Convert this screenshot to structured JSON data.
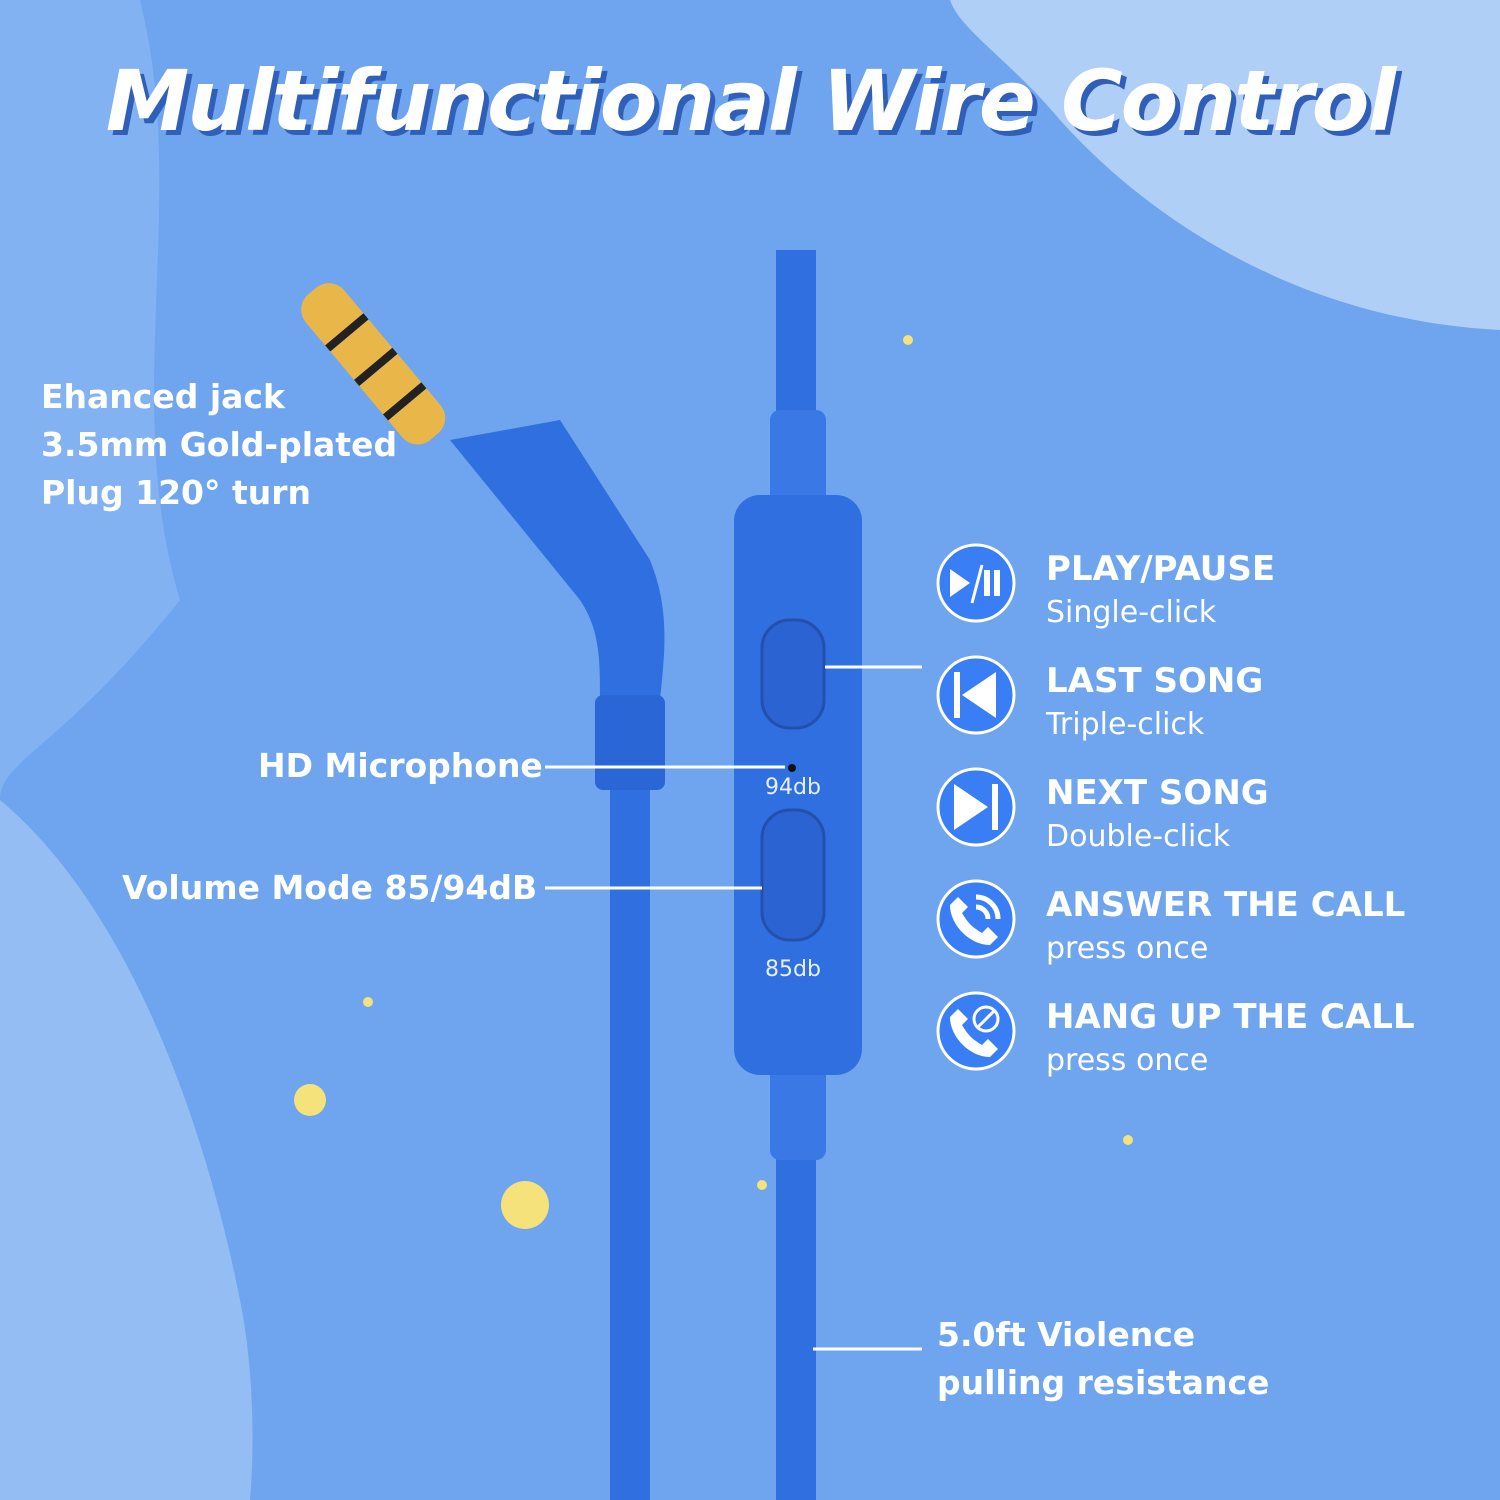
{
  "title": "Multifunctional Wire Control",
  "jack_label": [
    "Ehanced jack",
    "3.5mm Gold-plated",
    "Plug 120° turn"
  ],
  "mic_label": "HD Microphone",
  "volume_label": "Volume Mode 85/94dB",
  "remote": {
    "upper_db": "94db",
    "lower_db": "85db"
  },
  "functions": [
    {
      "icon": "play-pause-icon",
      "title": "PLAY/PAUSE",
      "action": "Single-click"
    },
    {
      "icon": "previous-track-icon",
      "title": "LAST SONG",
      "action": "Triple-click"
    },
    {
      "icon": "next-track-icon",
      "title": "NEXT SONG",
      "action": "Double-click"
    },
    {
      "icon": "answer-call-icon",
      "title": "ANSWER THE CALL",
      "action": "press once"
    },
    {
      "icon": "hang-up-call-icon",
      "title": "HANG UP THE CALL",
      "action": "press once"
    }
  ],
  "cable_label": [
    "5.0ft Violence",
    "pulling resistance"
  ],
  "colors": {
    "background": "#6ea5ee",
    "cable": "#2f6fe0",
    "icon_fill": "#3a7ef5",
    "gold": "#e9b64a"
  }
}
